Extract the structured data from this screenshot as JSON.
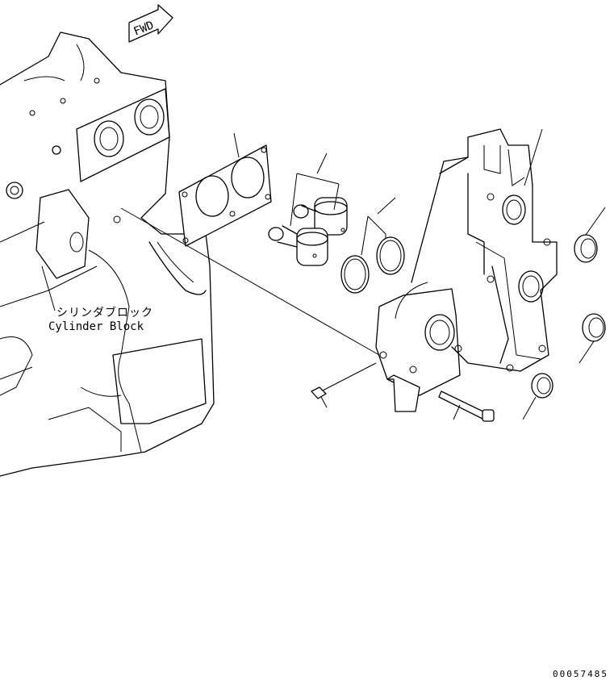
{
  "fwd_label": "FWD",
  "cylinder_block": {
    "label_jp": "シリンダブロック",
    "label_en": "Cylinder Block"
  },
  "drawing_code": "00057485"
}
